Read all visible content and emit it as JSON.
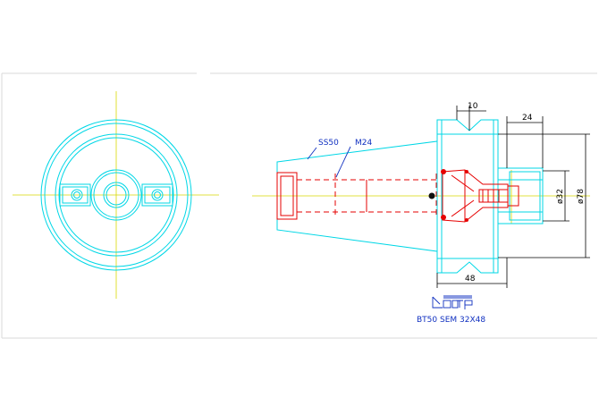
{
  "labels": {
    "ss50": "SS50",
    "m24": "M24",
    "product": "BT50 SEM 32X48"
  },
  "dimensions": {
    "d10": "10",
    "d24": "24",
    "d48": "48",
    "dia32": "ø32",
    "dia78": "ø78"
  },
  "colors": {
    "outline": "#00d7e6",
    "centerline": "#d8d800",
    "hidden": "#e60000",
    "dimension": "#000000",
    "annotation": "#1030c0"
  }
}
